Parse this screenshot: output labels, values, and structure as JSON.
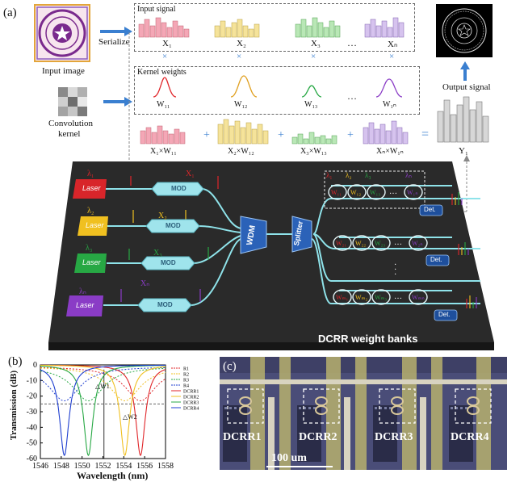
{
  "panel_a": {
    "label": "(a)",
    "input_image_label": "Input image",
    "serialize_label": "Serialize",
    "conv_kernel_label_1": "Convolution",
    "conv_kernel_label_2": "kernel",
    "input_signal_title": "Input signal",
    "signals": [
      "X₁",
      "X₂",
      "X₃",
      "Xₙ"
    ],
    "ellipsis": "…",
    "times": "×",
    "kernel_weights_title": "Kernel weights",
    "weights": [
      "W₁₁",
      "W₁₂",
      "W₁₃",
      "W₁ₙ"
    ],
    "products": [
      "X₁×W₁₁",
      "X₂×W₁₂",
      "X₃×W₁₃",
      "Xₙ×W₁ₙ"
    ],
    "plus": "+",
    "equals": "=",
    "output_signal_label": "Output signal",
    "output_label": "Y₁",
    "lasers": [
      "Laser",
      "Laser",
      "Laser",
      "Laser"
    ],
    "lambdas": [
      "λ₁",
      "λ₂",
      "λ₃",
      "λₙ"
    ],
    "mod": "MOD",
    "mod_x": [
      "X₁",
      "X₂",
      "X₃",
      "Xₙ"
    ],
    "wdm": "WDM",
    "splitter": "Splitter",
    "det": "Det.",
    "bank_title": "DCRR weight banks",
    "bank_weights_1": [
      "W₁₁",
      "W₁₂",
      "W₁₃",
      "W₁ₙ"
    ],
    "bank_weights_2": [
      "W₂₁",
      "W₂₂",
      "W₂₃",
      "W₂ₙ"
    ],
    "bank_weights_m": [
      "Wₘ₁",
      "Wₘ₂",
      "Wₘ₃",
      "Wₘₙ"
    ],
    "bank_lambdas": [
      "λ₁",
      "λ₂",
      "λ₃",
      "λₙ"
    ],
    "colors": {
      "red": "#e0262a",
      "yellow": "#f0c020",
      "green": "#27a844",
      "purple": "#8a3cc6",
      "cyan": "#7fe0e6",
      "dark": "#2b2b2b"
    }
  },
  "panel_b": {
    "label": "(b)",
    "xlabel": "Wavelength (nm)",
    "ylabel": "Transmission (dB)",
    "annot_w1": "△W1",
    "annot_w2": "△W2"
  },
  "panel_c": {
    "label": "(c)",
    "devices": [
      "DCRR1",
      "DCRR2",
      "DCRR3",
      "DCRR4"
    ],
    "scale_bar": "100 um"
  },
  "chart_data": {
    "type": "line",
    "xlabel": "Wavelength (nm)",
    "ylabel": "Transmission (dB)",
    "xlim": [
      1546,
      1558
    ],
    "ylim": [
      -60,
      0
    ],
    "xticks": [
      1546,
      1548,
      1550,
      1552,
      1554,
      1556,
      1558
    ],
    "yticks": [
      0,
      -10,
      -20,
      -30,
      -40,
      -50,
      -60
    ],
    "legend_position": "right",
    "series": [
      {
        "name": "R1",
        "style": "dotted",
        "color": "#e0262a",
        "center": 1555.6
      },
      {
        "name": "R2",
        "style": "dotted",
        "color": "#f0c020",
        "center": 1554.1
      },
      {
        "name": "R3",
        "style": "dotted",
        "color": "#27a844",
        "center": 1550.6
      },
      {
        "name": "R4",
        "style": "dotted",
        "color": "#1f3fd0",
        "center": 1548.3
      },
      {
        "name": "DCRR1",
        "style": "solid",
        "color": "#e0262a",
        "center": 1555.6
      },
      {
        "name": "DCRR2",
        "style": "solid",
        "color": "#f0c020",
        "center": 1554.1
      },
      {
        "name": "DCRR3",
        "style": "solid",
        "color": "#27a844",
        "center": 1550.6
      },
      {
        "name": "DCRR4",
        "style": "solid",
        "color": "#1f3fd0",
        "center": 1548.3
      }
    ]
  }
}
